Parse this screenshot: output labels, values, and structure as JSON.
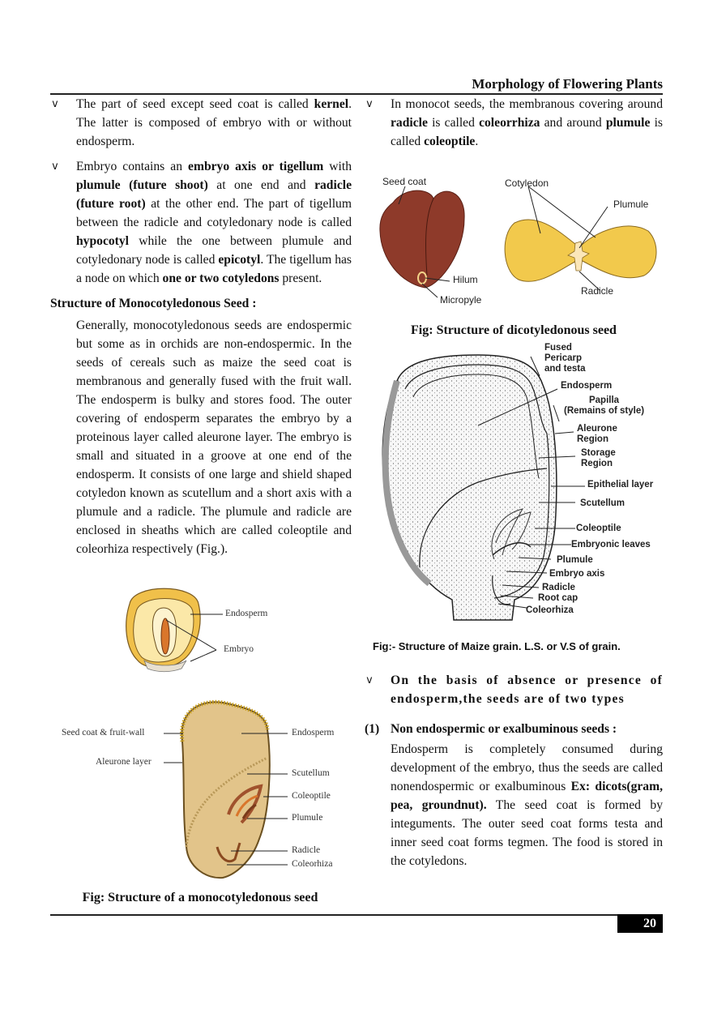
{
  "header": {
    "title": "Morphology of Flowering Plants"
  },
  "left_column": {
    "bullets": [
      {
        "marker": "v",
        "parts": [
          {
            "t": "The part of seed except seed coat is called "
          },
          {
            "b": "kernel"
          },
          {
            "t": ". The latter is composed of embryo with or without endosperm."
          }
        ]
      },
      {
        "marker": "v",
        "parts": [
          {
            "t": "Embryo contains an "
          },
          {
            "b": "embryo axis or tigellum"
          },
          {
            "t": " with "
          },
          {
            "b": "plumule (future shoot)"
          },
          {
            "t": " at one end and "
          },
          {
            "b": "radicle (future root)"
          },
          {
            "t": " at the other end. The part of tigellum between the radicle and cotyledonary node is called "
          },
          {
            "b": "hypocotyl"
          },
          {
            "t": " while the one between plumule and cotyledonary node is called "
          },
          {
            "b": "epicotyl"
          },
          {
            "t": ". The tigellum has a node on which "
          },
          {
            "b": "one or two cotyledons"
          },
          {
            "t": " present."
          }
        ]
      }
    ],
    "section_heading": "Structure of Monocotyledonous Seed :",
    "section_paragraph": "Generally, monocotyledonous seeds are endospermic but some as in orchids are non-endospermic. In the seeds of cereals such as maize the seed coat is membranous and generally fused with the fruit wall. The endosperm is bulky and stores food. The outer covering of endosperm separates the embryo by a proteinous layer called aleurone layer. The embryo is small and situated in a groove at one end of the endosperm. It consists of one large and shield shaped cotyledon known as scutellum and a short axis with a plumule and a radicle. The plumule and radicle are enclosed in sheaths which are called coleoptile and coleorhiza respectively (Fig.).",
    "mono_small_figure": {
      "labels": {
        "endosperm": "Endosperm",
        "embryo": "Embryo"
      }
    },
    "mono_large_figure": {
      "labels": {
        "seed_coat": "Seed coat & fruit-wall",
        "aleurone": "Aleurone layer",
        "endosperm": "Endosperm",
        "scutellum": "Scutellum",
        "coleoptile": "Coleoptile",
        "plumule": "Plumule",
        "radicle": "Radicle",
        "coleorhiza": "Coleorhiza"
      },
      "caption": "Fig: Structure of a monocotyledonous seed"
    }
  },
  "right_column": {
    "bullet": {
      "marker": "v",
      "parts": [
        {
          "t": "In monocot seeds, the membranous covering around "
        },
        {
          "b": "radicle"
        },
        {
          "t": " is called "
        },
        {
          "b": "coleorrhiza"
        },
        {
          "t": " and around "
        },
        {
          "b": "plumule"
        },
        {
          "t": " is called "
        },
        {
          "b": "coleoptile"
        },
        {
          "t": "."
        }
      ]
    },
    "dicot_figure": {
      "labels": {
        "seed_coat": "Seed coat",
        "hilum": "Hilum",
        "micropyle": "Micropyle",
        "cotyledon": "Cotyledon",
        "plumule": "Plumule",
        "radicle": "Radicle"
      },
      "caption": "Fig: Structure of dicotyledonous seed"
    },
    "maize_figure": {
      "labels": {
        "pericarp": "Fused\nPericarp\nand testa",
        "endosperm": "Endosperm",
        "papilla": "Papilla\n(Remains of style)",
        "aleurone": "Aleurone\nRegion",
        "storage": "Storage\nRegion",
        "epithelial": "Epithelial layer",
        "scutellum": "Scutellum",
        "coleoptile": "Coleoptile",
        "embryonic_leaves": "Embryonic leaves",
        "plumule": "Plumule",
        "embryo_axis": "Embryo axis",
        "radicle": "Radicle",
        "root_cap": "Root cap",
        "coleorhiza": "Coleorhiza"
      },
      "caption": "Fig:- Structure of Maize grain. L.S. or  V.S of grain."
    },
    "types_bullet": {
      "marker": "v",
      "text": "On the basis of absence or presence of endosperm,the seeds are of two types"
    },
    "numbered": {
      "number": "(1)",
      "heading": "Non endospermic or exalbuminous seeds :",
      "parts": [
        {
          "t": "Endosperm is completely consumed during development of the embryo, thus the seeds are called nonendospermic or exalbuminous "
        },
        {
          "b": "Ex: dicots(gram, pea, groundnut)."
        },
        {
          "t": " The seed coat is formed by integuments. The outer seed coat forms testa and inner seed coat forms tegmen. The food is stored in the cotyledons."
        }
      ]
    }
  },
  "footer": {
    "page_number": "20"
  },
  "colors": {
    "seed_coat_brown": "#8e3a2a",
    "cotyledon_yellow": "#f2c94c",
    "maize_yellow": "#e8b93c",
    "mono_tan": "#e2c48a",
    "embryo_orange": "#d9762b",
    "page_number_bg": "#000000"
  }
}
